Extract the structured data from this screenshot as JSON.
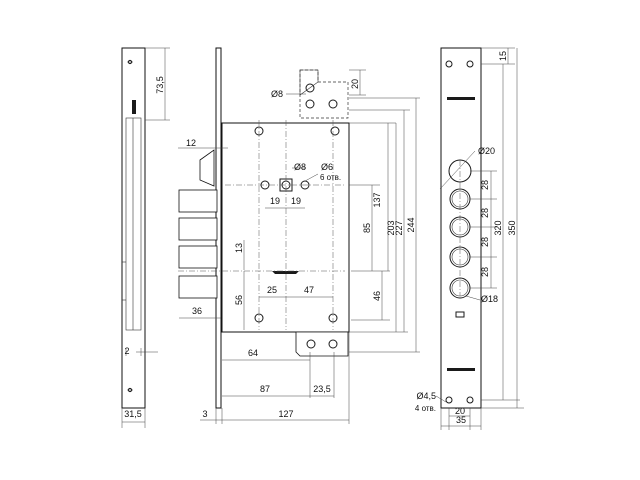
{
  "dimensions": {
    "side_top": "73,5",
    "side_bottom_offset": "2",
    "side_width": "31,5",
    "bolt_gap": "12",
    "diam_8_top": "Ø8",
    "dim_20_top": "20",
    "diam_8_mid": "Ø8",
    "diam_6": "Ø6",
    "holes_6": "6 отв.",
    "dim_19_left": "19",
    "dim_19_right": "19",
    "dim_13": "13",
    "dim_25": "25",
    "dim_47": "47",
    "dim_36": "36",
    "dim_56": "56",
    "dim_46": "46",
    "dim_85": "85",
    "dim_137": "137",
    "dim_203": "203",
    "dim_227": "227",
    "dim_244": "244",
    "dim_64": "64",
    "dim_87": "87",
    "dim_23_5": "23,5",
    "dim_3": "3",
    "dim_127": "127",
    "faceplate_15": "15",
    "faceplate_diam_20": "Ø20",
    "pitch_1": "28",
    "pitch_2": "28",
    "pitch_3": "28",
    "pitch_4": "28",
    "faceplate_320": "320",
    "faceplate_350": "350",
    "faceplate_diam_18": "Ø18",
    "faceplate_diam_4_5": "Ø4,5",
    "holes_4": "4 отв.",
    "faceplate_20": "20",
    "faceplate_35": "35"
  }
}
